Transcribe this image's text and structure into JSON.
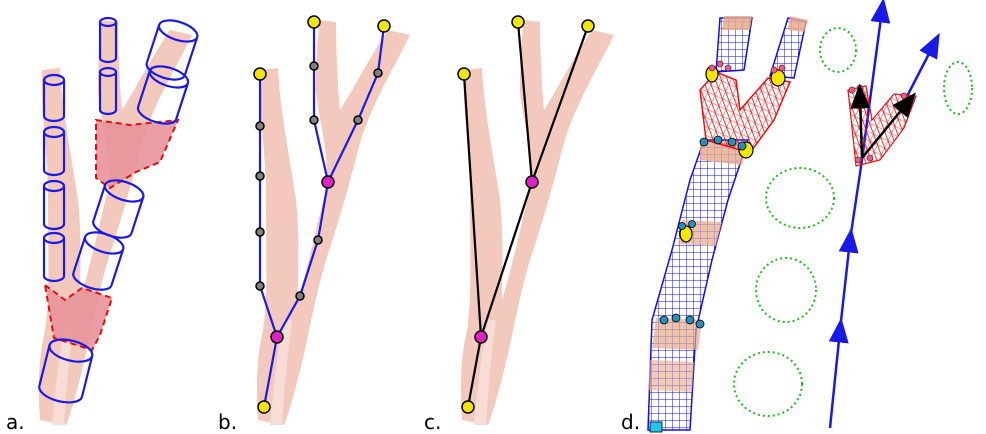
{
  "panels": [
    {
      "label": "a."
    },
    {
      "label": "b."
    },
    {
      "label": "c."
    },
    {
      "label": "d."
    }
  ],
  "colors": {
    "branch_fill": "#f3c9bd",
    "branch_light": "#f7ddd5",
    "cylinder_stroke": "#1a1ae6",
    "junction_fill": "#e8949a",
    "junction_stroke": "#e01010",
    "skeleton_edge": "#1a1ae6",
    "simplified_edge": "#000000",
    "endpoint_node": "#f2e600",
    "branch_node": "#e020c8",
    "inner_node": "#808080",
    "mesh_blue": "#1010ee",
    "mesh_red": "#ee1010",
    "points_green": "#22bb22",
    "axis_arrow": "#1a1ae6"
  }
}
